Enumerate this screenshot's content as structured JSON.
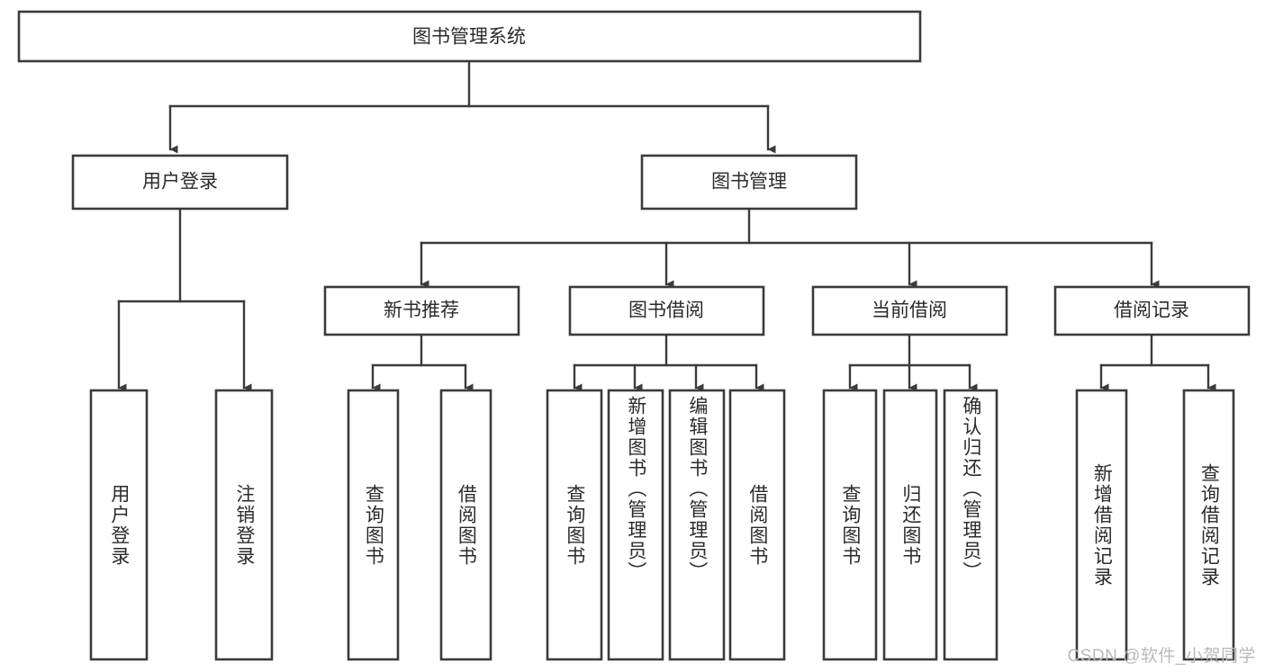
{
  "diagram": {
    "type": "hierarchy-tree",
    "title": "图书管理系统",
    "watermark": "CSDN @软件_小贺同学",
    "colors": {
      "stroke": "#3b3b3b",
      "fill": "#ffffff",
      "text": "#2b2b2b",
      "watermark": "#b9b9b9",
      "background": "#ffffff"
    },
    "nodes": {
      "root": {
        "label": "图书管理系统",
        "level": 0,
        "orientation": "horizontal"
      },
      "l1": [
        {
          "id": "user-login",
          "label": "用户登录",
          "orientation": "horizontal"
        },
        {
          "id": "book-manage",
          "label": "图书管理",
          "orientation": "horizontal"
        }
      ],
      "l2": [
        {
          "id": "new-book-recommend",
          "label": "新书推荐",
          "orientation": "horizontal",
          "parent": "book-manage"
        },
        {
          "id": "book-borrow",
          "label": "图书借阅",
          "orientation": "horizontal",
          "parent": "book-manage"
        },
        {
          "id": "current-borrow",
          "label": "当前借阅",
          "orientation": "horizontal",
          "parent": "book-manage"
        },
        {
          "id": "borrow-record",
          "label": "借阅记录",
          "orientation": "horizontal",
          "parent": "book-manage"
        }
      ],
      "leaves": [
        {
          "id": "leaf-user-login",
          "label": "用户登录",
          "parent": "user-login",
          "orientation": "vertical"
        },
        {
          "id": "leaf-user-logout",
          "label": "注销登录",
          "parent": "user-login",
          "orientation": "vertical"
        },
        {
          "id": "leaf-query-book-1",
          "label": "查询图书",
          "parent": "new-book-recommend",
          "orientation": "vertical"
        },
        {
          "id": "leaf-borrow-book-1",
          "label": "借阅图书",
          "parent": "new-book-recommend",
          "orientation": "vertical"
        },
        {
          "id": "leaf-query-book-2",
          "label": "查询图书",
          "parent": "book-borrow",
          "orientation": "vertical"
        },
        {
          "id": "leaf-add-book",
          "label": "新增图书（管理员）",
          "parent": "book-borrow",
          "orientation": "vertical"
        },
        {
          "id": "leaf-edit-book",
          "label": "编辑图书（管理员）",
          "parent": "book-borrow",
          "orientation": "vertical"
        },
        {
          "id": "leaf-borrow-book-2",
          "label": "借阅图书",
          "parent": "book-borrow",
          "orientation": "vertical"
        },
        {
          "id": "leaf-query-book-3",
          "label": "查询图书",
          "parent": "current-borrow",
          "orientation": "vertical"
        },
        {
          "id": "leaf-return-book",
          "label": "归还图书",
          "parent": "current-borrow",
          "orientation": "vertical"
        },
        {
          "id": "leaf-confirm-return",
          "label": "确认归还（管理员）",
          "parent": "current-borrow",
          "orientation": "vertical"
        },
        {
          "id": "leaf-add-record",
          "label": "新增借阅记录",
          "parent": "borrow-record",
          "orientation": "vertical"
        },
        {
          "id": "leaf-query-record",
          "label": "查询借阅记录",
          "parent": "borrow-record",
          "orientation": "vertical"
        }
      ]
    }
  }
}
